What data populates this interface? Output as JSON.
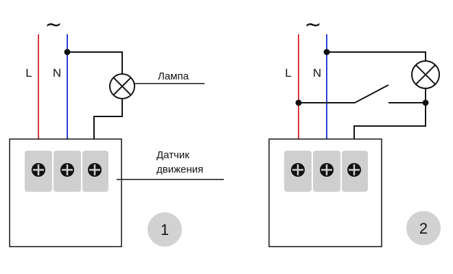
{
  "symbols": {
    "ac": "~",
    "line": "L",
    "neutral": "N"
  },
  "labels": {
    "lamp": "Лампа",
    "sensor_line1": "Датчик",
    "sensor_line2": "движения"
  },
  "badges": {
    "diagram1": "1",
    "diagram2": "2"
  },
  "colors": {
    "line_wire": "#e0333a",
    "neutral_wire": "#2b3fd6",
    "wire": "#111111",
    "terminal_block": "#cfcfcf",
    "badge": "#d2d2d2"
  }
}
